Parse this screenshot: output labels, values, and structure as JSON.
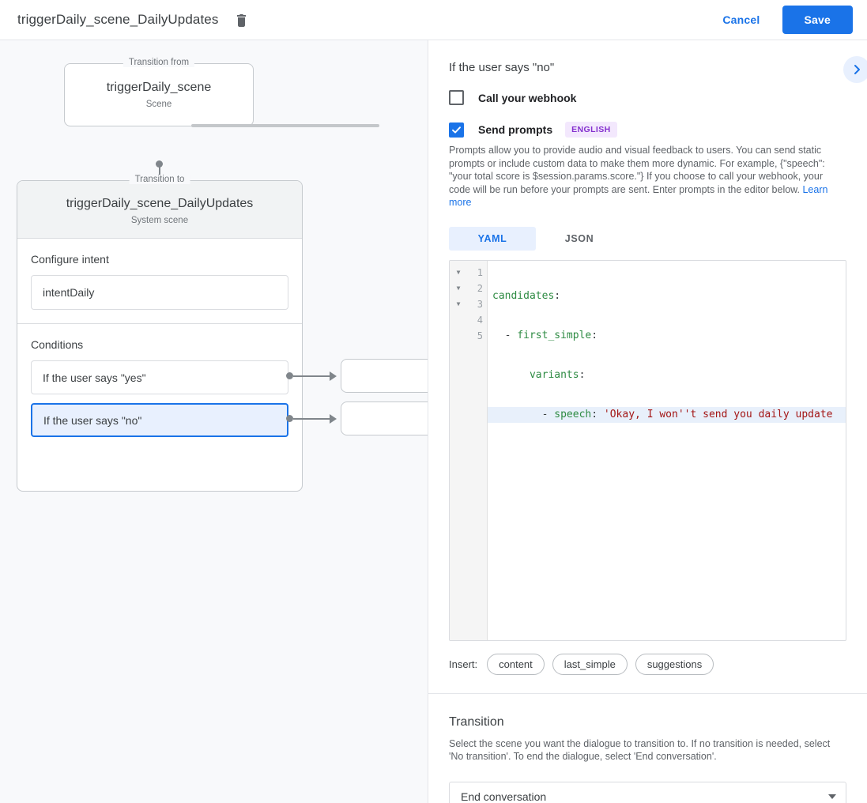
{
  "topbar": {
    "title": "triggerDaily_scene_DailyUpdates",
    "delete_icon": "trash-icon",
    "cancel_label": "Cancel",
    "save_label": "Save"
  },
  "graph": {
    "from_legend": "Transition from",
    "from_node": {
      "title": "triggerDaily_scene",
      "subtitle": "Scene"
    },
    "to_legend": "Transition to",
    "to_node": {
      "title": "triggerDaily_scene_DailyUpdates",
      "subtitle": "System scene"
    },
    "intent_section": {
      "label": "Configure intent",
      "value": "intentDaily"
    },
    "conditions_section": {
      "label": "Conditions",
      "items": [
        {
          "label": "If the user says \"yes\"",
          "selected": false
        },
        {
          "label": "If the user says \"no\"",
          "selected": true
        }
      ]
    }
  },
  "panel": {
    "title": "If the user says \"no\"",
    "collapse_icon": "chevron-right-icon",
    "webhook": {
      "label": "Call your webhook",
      "checked": false
    },
    "prompts": {
      "label": "Send prompts",
      "checked": true,
      "badge": "ENGLISH",
      "description": "Prompts allow you to provide audio and visual feedback to users. You can send static prompts or include custom data to make them more dynamic. For example, {\"speech\": \"your total score is $session.params.score.\"} If you choose to call your webhook, your code will be run before your prompts are sent. Enter prompts in the editor below.",
      "learn_more": "Learn more"
    },
    "editor": {
      "tabs": [
        {
          "label": "YAML",
          "active": true
        },
        {
          "label": "JSON",
          "active": false
        }
      ],
      "line_numbers": [
        "1",
        "2",
        "3",
        "4",
        "5"
      ],
      "fold_lines": [
        true,
        true,
        true,
        false,
        false
      ],
      "highlighted_line": 4,
      "lines": [
        {
          "key": "candidates",
          "colon": ":",
          "indent": 0,
          "dash": false,
          "value": ""
        },
        {
          "key": "first_simple",
          "colon": ":",
          "indent": 1,
          "dash": true,
          "value": ""
        },
        {
          "key": "variants",
          "colon": ":",
          "indent": 2,
          "dash": false,
          "value": ""
        },
        {
          "key": "speech",
          "colon": ":",
          "indent": 3,
          "dash": true,
          "value": "'Okay, I won''t send you daily update"
        },
        {
          "key": "",
          "colon": "",
          "indent": 0,
          "dash": false,
          "value": ""
        }
      ]
    },
    "insert": {
      "label": "Insert:",
      "chips": [
        "content",
        "last_simple",
        "suggestions"
      ]
    },
    "transition": {
      "title": "Transition",
      "description": "Select the scene you want the dialogue to transition to. If no transition is needed, select 'No transition'. To end the dialogue, select 'End conversation'.",
      "selected": "End conversation",
      "caret_icon": "caret-down-icon"
    }
  },
  "colors": {
    "accent": "#1a73e8",
    "accent_light": "#e8f0fe",
    "badge_bg": "#f3e8fd",
    "badge_text": "#8430ce",
    "canvas_bg": "#f8f9fb",
    "yaml_key": "#2e8b43",
    "yaml_string": "#a31515"
  }
}
